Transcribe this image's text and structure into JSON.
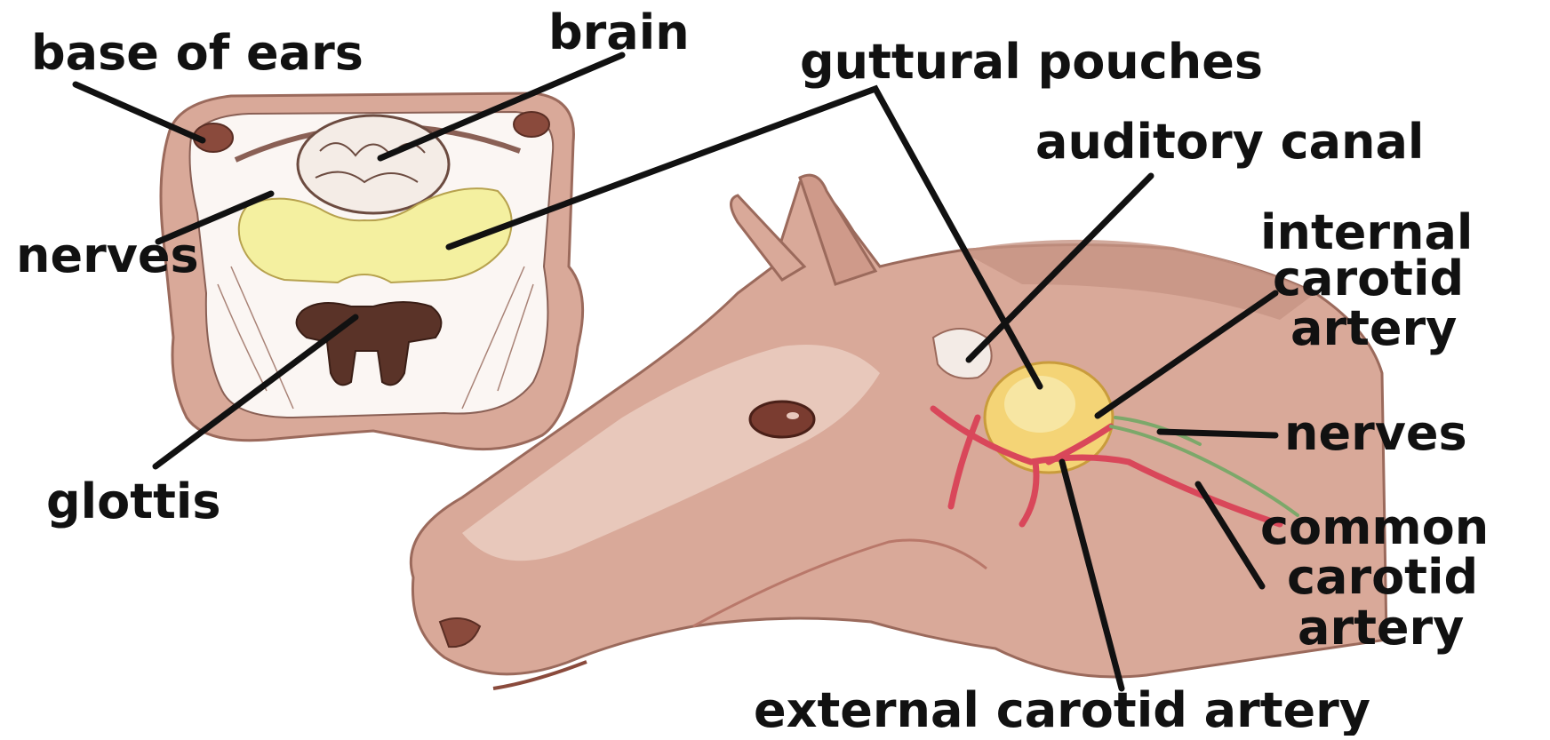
{
  "diagram": {
    "labels": {
      "base_of_ears": "base of ears",
      "brain": "brain",
      "guttural_pouches": "guttural pouches",
      "auditory_canal": "auditory canal",
      "nerves_left": "nerves",
      "internal_carotid_line1": "internal",
      "internal_carotid_line2": "carotid",
      "internal_carotid_line3": "artery",
      "nerves_right": "nerves",
      "glottis": "glottis",
      "common_carotid_line1": "common",
      "common_carotid_line2": "carotid",
      "common_carotid_line3": "artery",
      "external_carotid": "external carotid artery"
    },
    "colors": {
      "skin": "#d9a999",
      "skin_dark": "#b9786a",
      "skin_light": "#ecd3c7",
      "pouch_yellow": "#f4f0a0",
      "pouch_orange": "#f1c25a",
      "artery_red": "#d9475a",
      "brain_dark": "#5a3328",
      "label_line": "#111111"
    }
  }
}
